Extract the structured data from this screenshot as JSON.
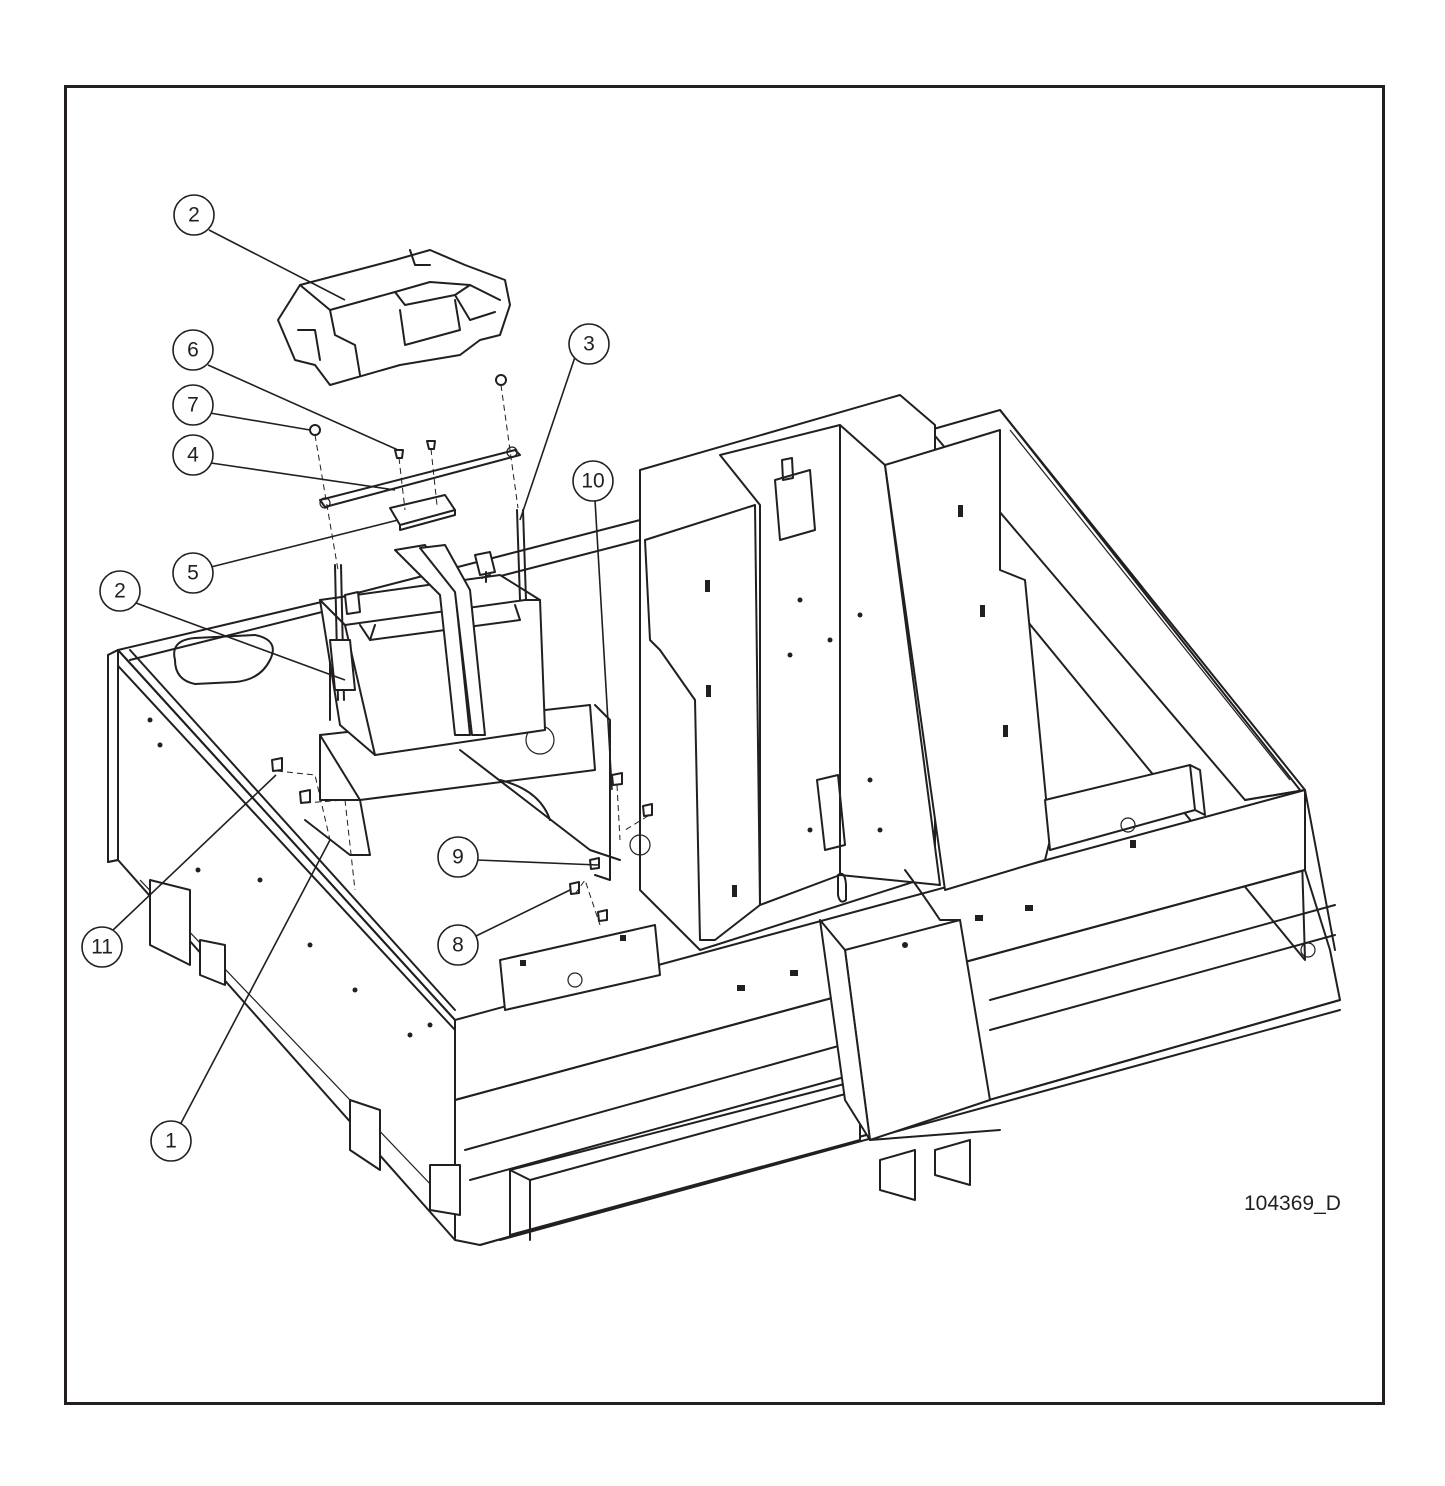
{
  "drawing": {
    "id": "104369_D",
    "callouts": [
      {
        "label": "2"
      },
      {
        "label": "6"
      },
      {
        "label": "7"
      },
      {
        "label": "4"
      },
      {
        "label": "3"
      },
      {
        "label": "10"
      },
      {
        "label": "5"
      },
      {
        "label": "2"
      },
      {
        "label": "9"
      },
      {
        "label": "8"
      },
      {
        "label": "11"
      },
      {
        "label": "1"
      }
    ]
  }
}
